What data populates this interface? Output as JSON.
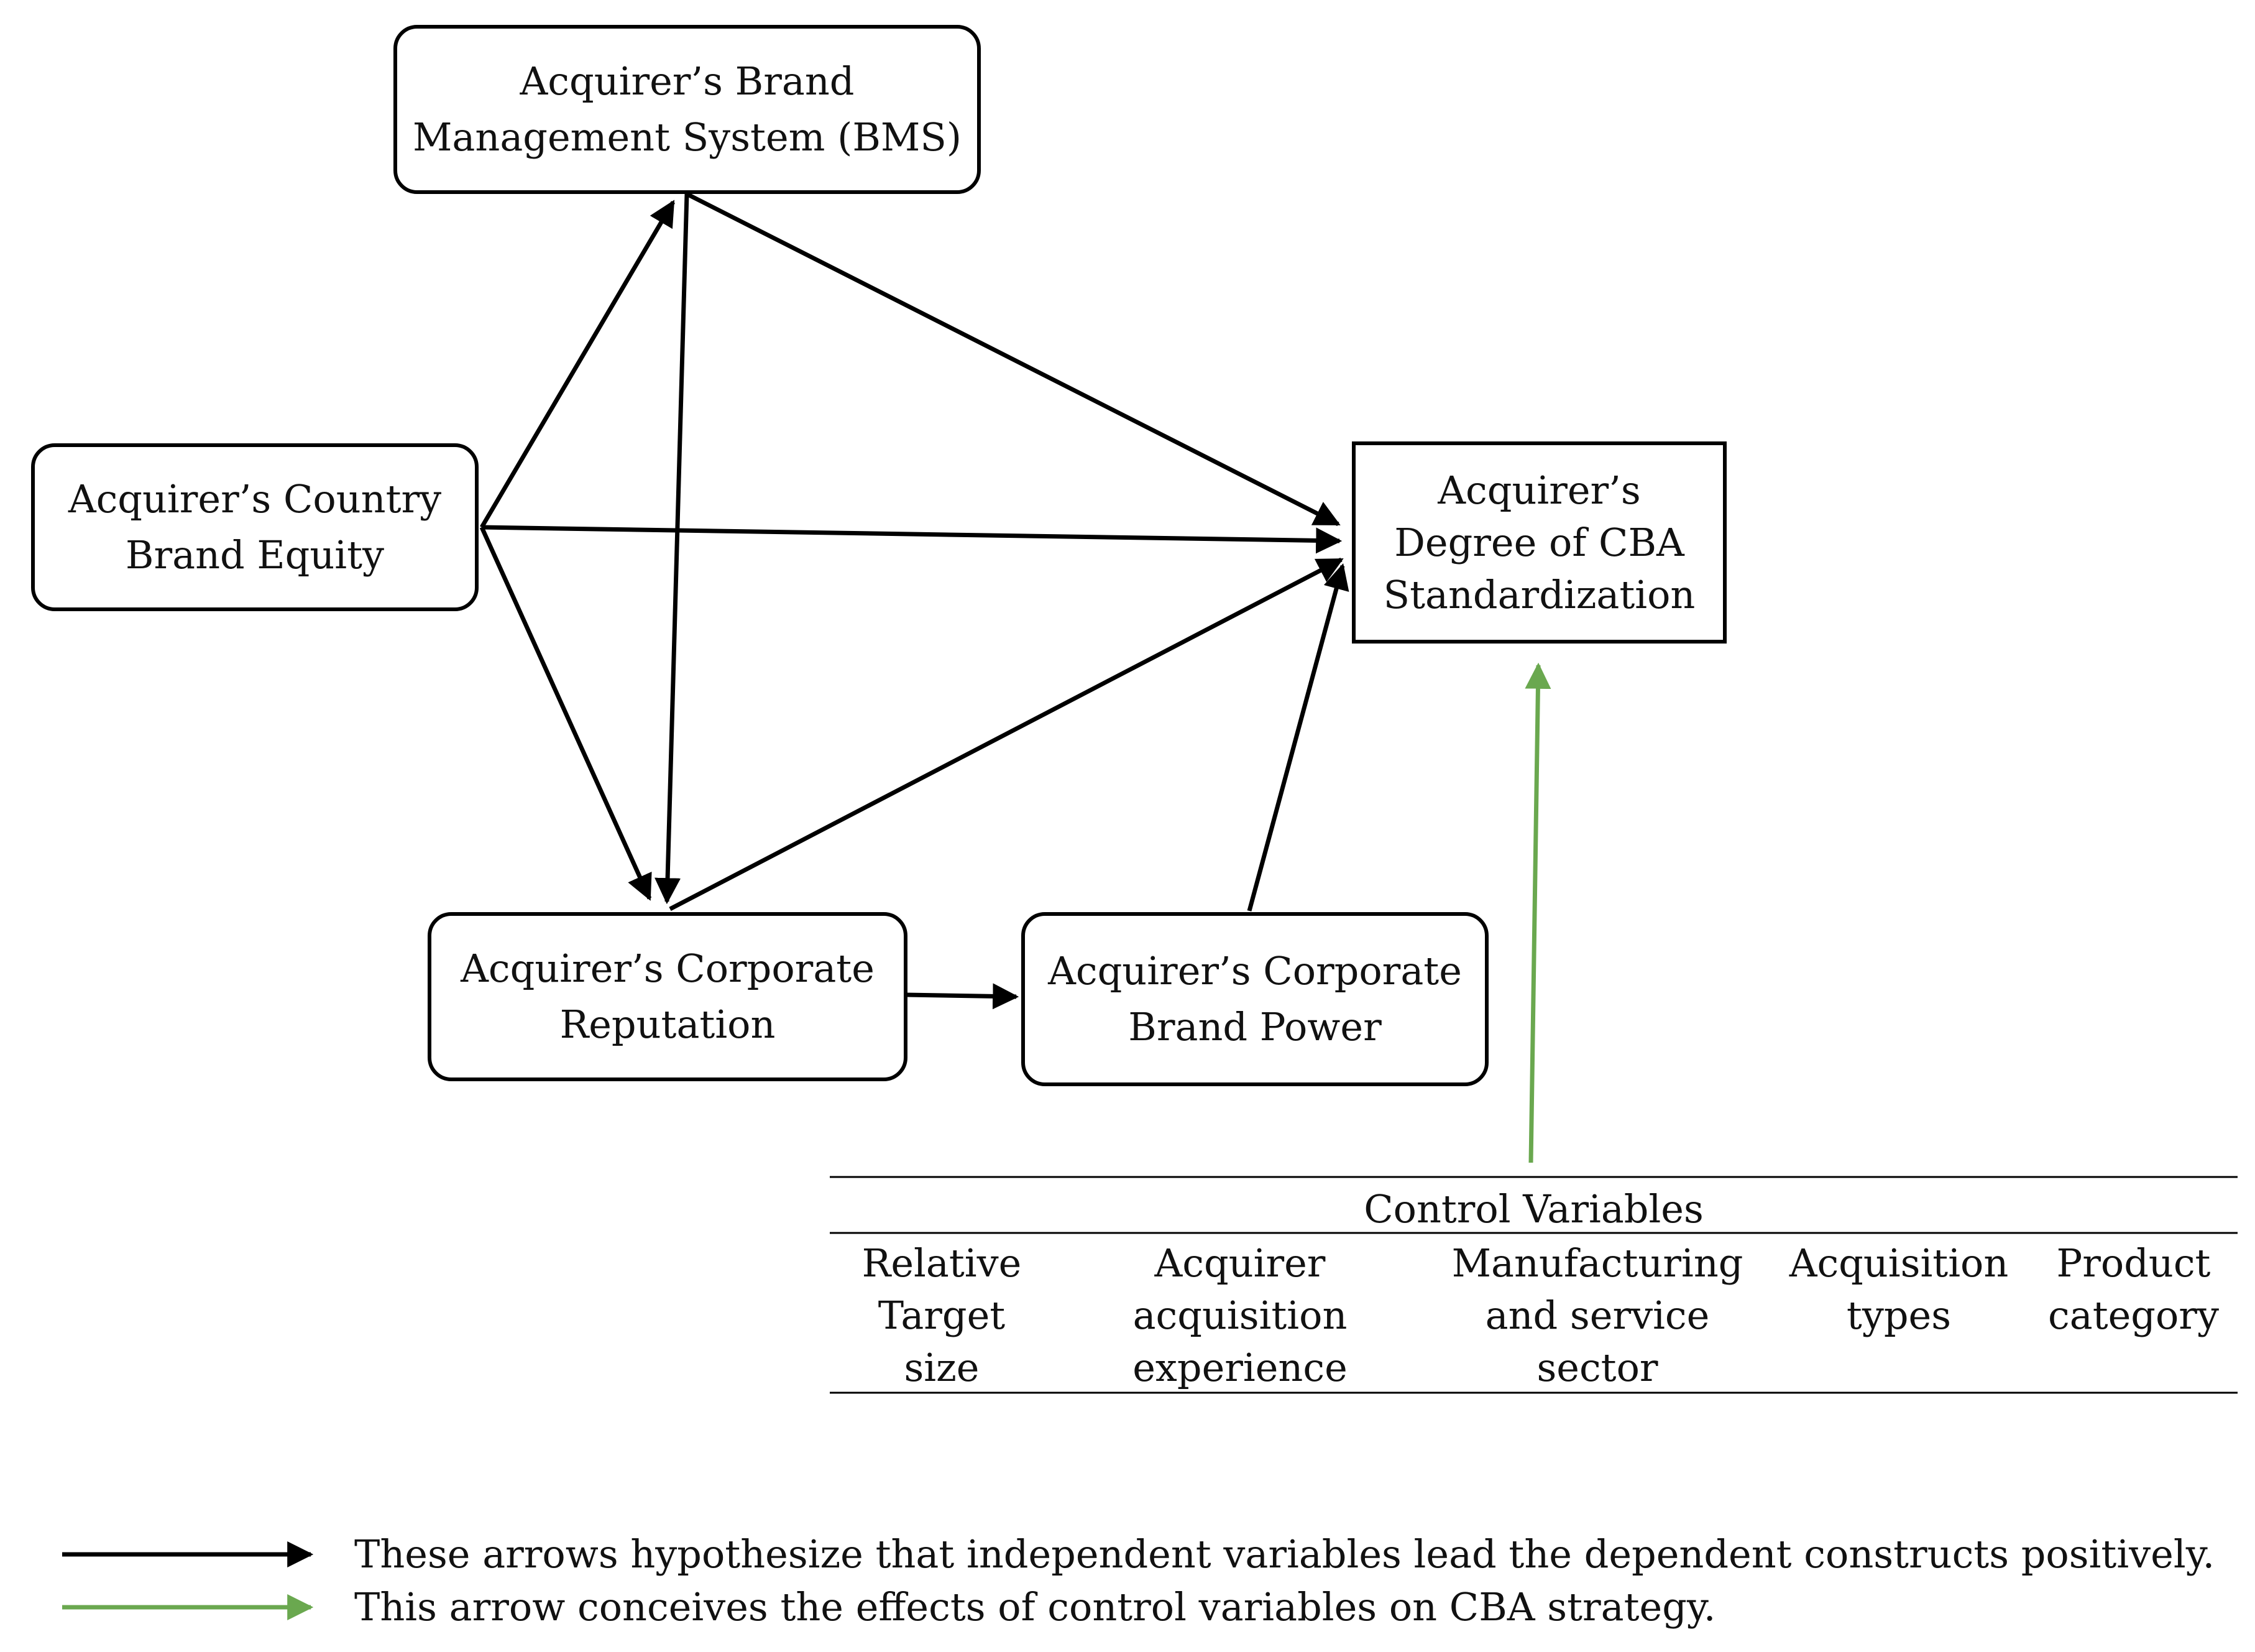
{
  "colors": {
    "hypothesis_arrow": "#000000",
    "control_arrow": "#6aa84f"
  },
  "nodes": {
    "bms": {
      "lines": [
        "Acquirer’s Brand",
        "Management System (BMS)"
      ]
    },
    "country": {
      "lines": [
        "Acquirer’s Country",
        "Brand Equity"
      ]
    },
    "cba": {
      "lines": [
        "Acquirer’s",
        "Degree of CBA",
        "Standardization"
      ]
    },
    "reputation": {
      "lines": [
        "Acquirer’s Corporate",
        "Reputation"
      ]
    },
    "brand_power": {
      "lines": [
        "Acquirer’s Corporate",
        "Brand Power"
      ]
    }
  },
  "control_variables": {
    "title": "Control Variables",
    "items": [
      {
        "lines": [
          "Relative",
          "Target",
          "size"
        ]
      },
      {
        "lines": [
          "Acquirer",
          "acquisition",
          "experience"
        ]
      },
      {
        "lines": [
          "Manufacturing",
          "and service",
          "sector"
        ]
      },
      {
        "lines": [
          "Acquisition",
          "types"
        ]
      },
      {
        "lines": [
          "Product",
          "category"
        ]
      }
    ]
  },
  "legend": {
    "black": "These arrows hypothesize that independent variables lead the dependent constructs positively.",
    "green": "This arrow conceives the effects of control variables on CBA strategy."
  }
}
